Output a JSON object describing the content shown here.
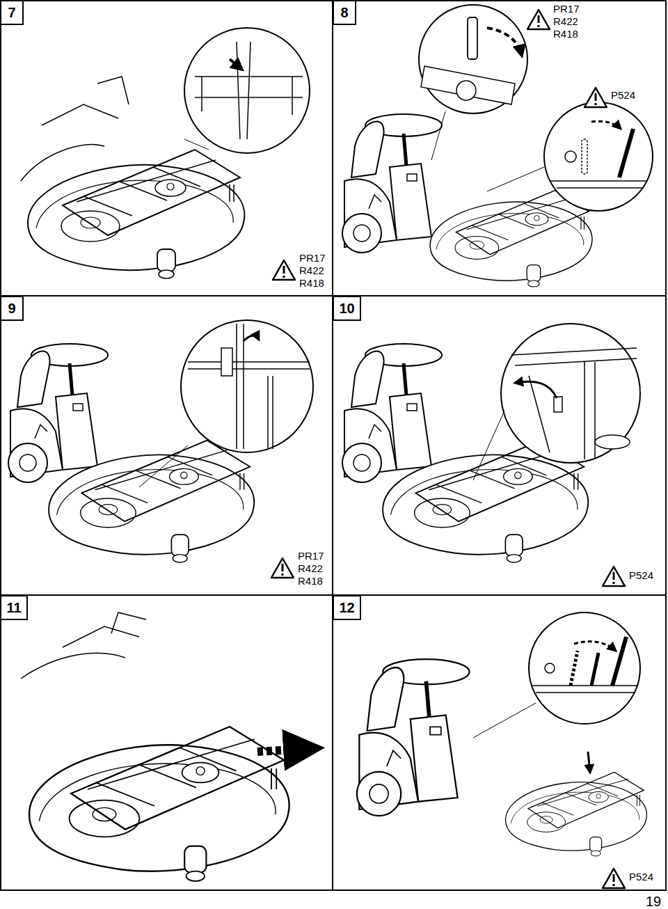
{
  "diagram": {
    "nodes": [
      {
        "text": [
          "7"
        ]
      },
      {
        "text": [
          "8"
        ]
      },
      {
        "text": [
          "9"
        ]
      },
      {
        "text": [
          "10"
        ]
      },
      {
        "text": [
          "11"
        ]
      },
      {
        "text": [
          "12"
        ]
      }
    ],
    "labels": [
      "PR17 R422 R418",
      "PR17 R422 R418",
      "P524",
      "PR17 R422 R418",
      "P524",
      "P524",
      "19"
    ]
  }
}
